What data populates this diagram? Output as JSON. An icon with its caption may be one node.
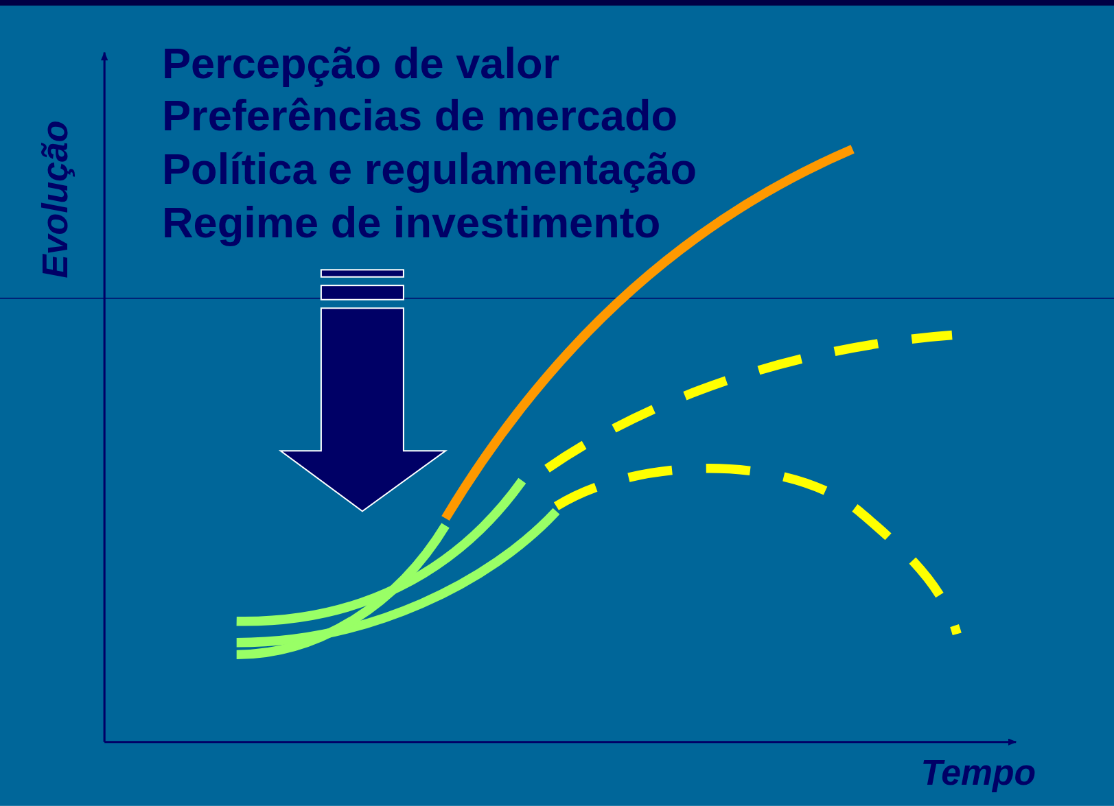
{
  "diagram": {
    "labels": [
      "Percepção de valor",
      "Preferências de mercado",
      "Política e regulamentação",
      "Regime de investimento",
      "Evolução",
      "Tempo"
    ]
  }
}
